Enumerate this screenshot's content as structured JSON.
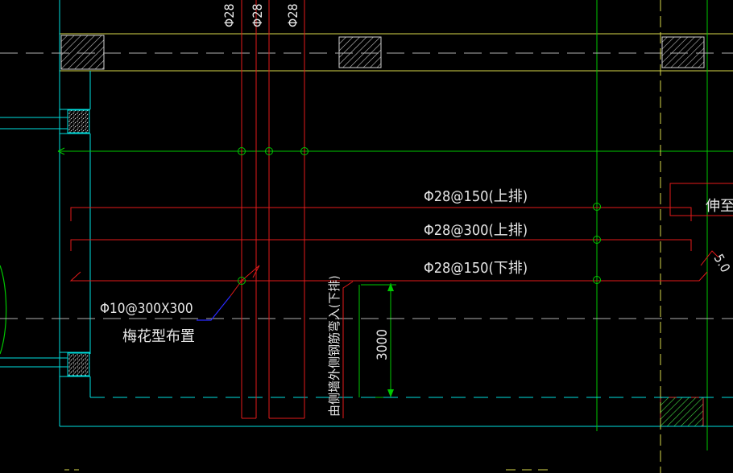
{
  "colors": {
    "background": "#000000",
    "rebar": "#e31a1a",
    "axis": "#00c800",
    "outline": "#00e0e0",
    "beam": "#d8d84a",
    "hatch": "#c8c8c8",
    "leader": "#2a2aff",
    "text": "#e8e8e8"
  },
  "labels": {
    "top_bar_a": "Φ28",
    "top_bar_b": "Φ28",
    "top_bar_c": "Φ28",
    "rebar_top_150": "Φ28@150(上排)",
    "rebar_top_300": "Φ28@300(上排)",
    "rebar_bottom_150": "Φ28@150(下排)",
    "tie_spacing": "Φ10@300X300",
    "tie_pattern": "梅花型布置",
    "dimension": "3000",
    "vertical_note": "由侧墙外侧钢筋弯入(下排)",
    "extend_note": "伸至",
    "edge_fragment": "5.0"
  }
}
